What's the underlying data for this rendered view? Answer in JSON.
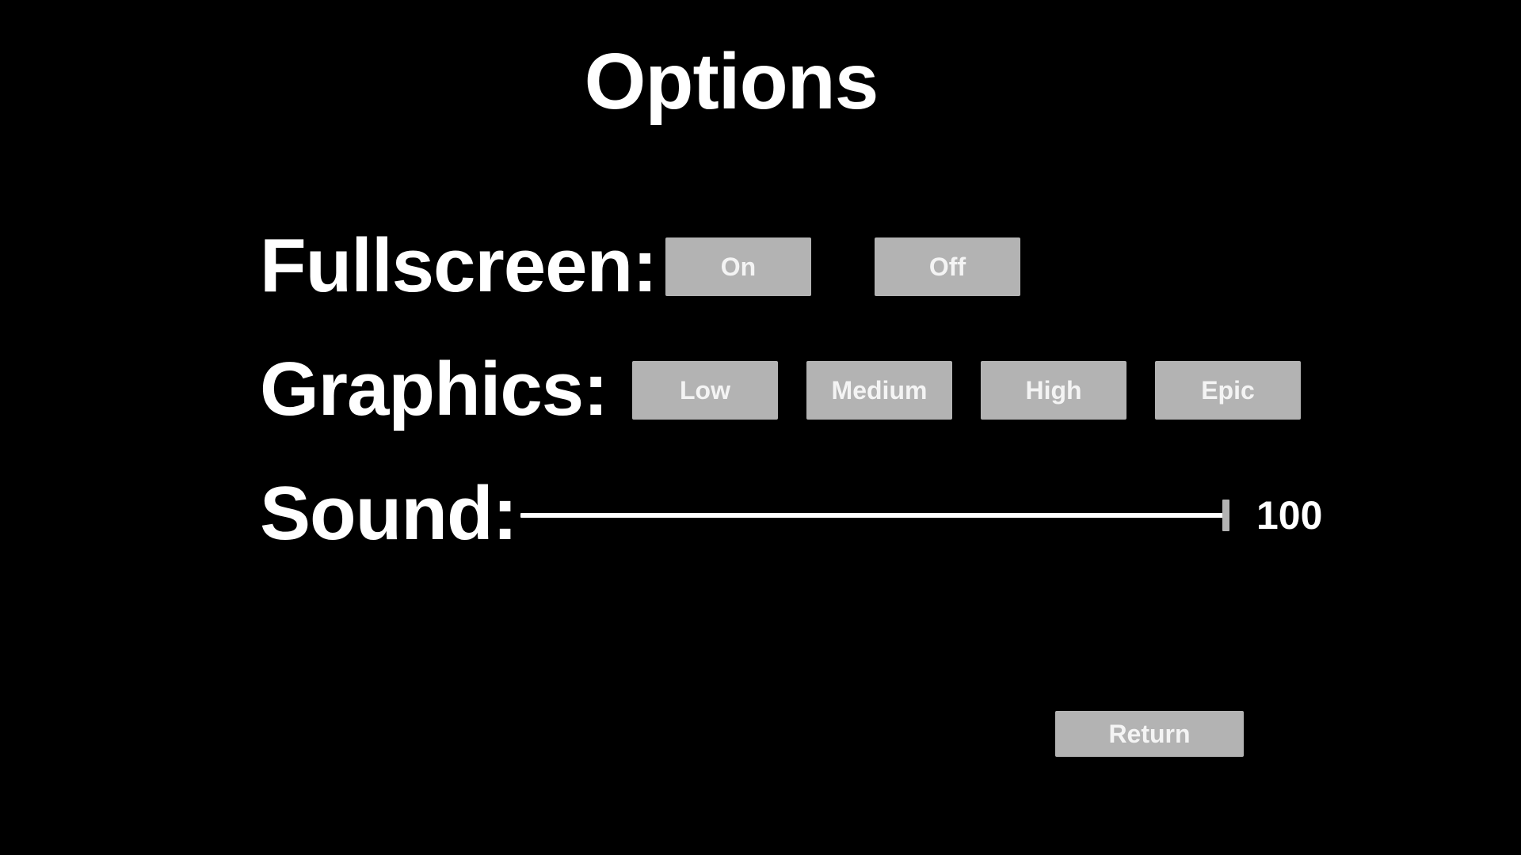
{
  "title": "Options",
  "fullscreen": {
    "label": "Fullscreen:",
    "options": [
      "On",
      "Off"
    ]
  },
  "graphics": {
    "label": "Graphics:",
    "options": [
      "Low",
      "Medium",
      "High",
      "Epic"
    ]
  },
  "sound": {
    "label": "Sound:",
    "value": 100,
    "value_text": "100",
    "min": 0,
    "max": 100
  },
  "return_label": "Return",
  "colors": {
    "background": "#000000",
    "text": "#ffffff",
    "button": "#b3b3b3",
    "button_text": "#f4f4f4"
  }
}
